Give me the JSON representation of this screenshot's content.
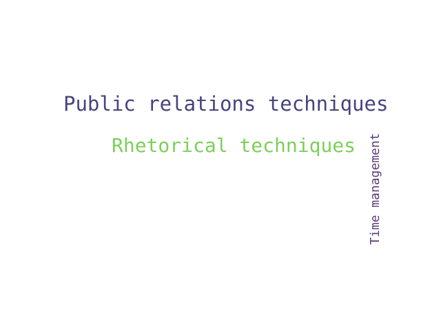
{
  "word_cloud": {
    "words": [
      {
        "text": "Public relations techniques",
        "color": "#48427f"
      },
      {
        "text": "Rhetorical techniques",
        "color": "#7dcf5a"
      },
      {
        "text": "Time management",
        "color": "#5a3b78"
      }
    ]
  }
}
